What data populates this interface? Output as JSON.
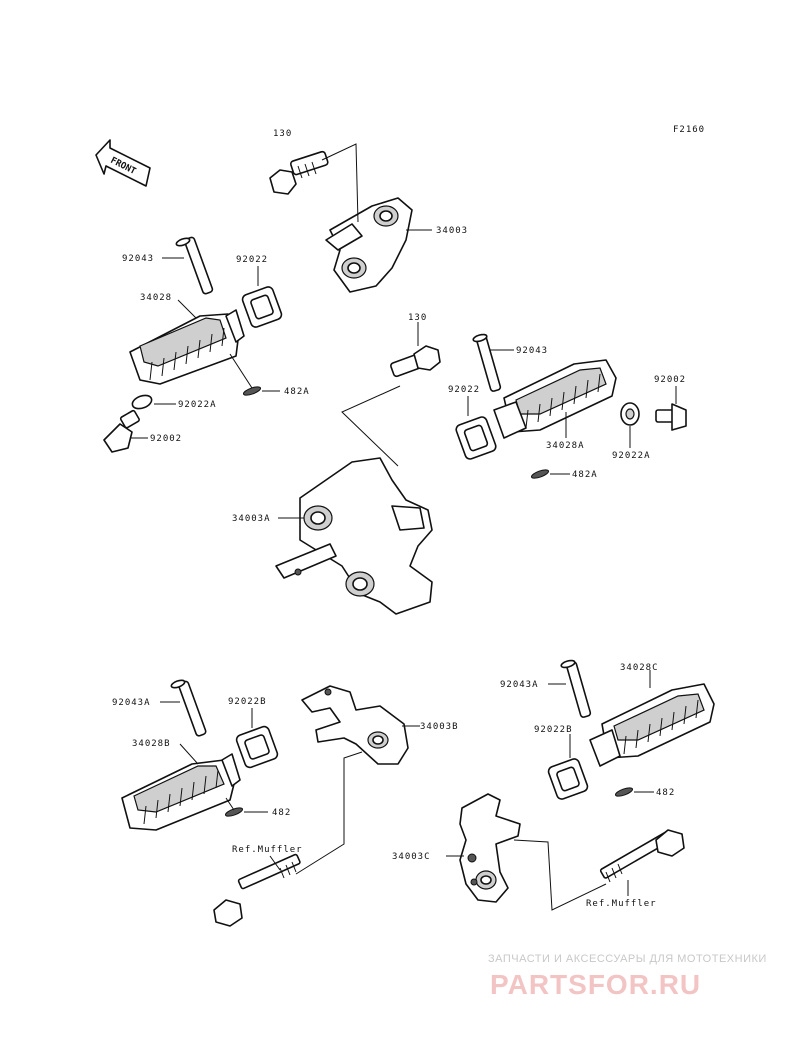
{
  "figure_code": "F2160",
  "front_label": "FRONT",
  "labels": {
    "l130a": "130",
    "l34003": "34003",
    "l92043": "92043",
    "l92022": "92022",
    "l34028": "34028",
    "l92022A": "92022A",
    "l482A_l": "482A",
    "l92002_l": "92002",
    "l130b": "130",
    "l92043_r": "92043",
    "l92022_r": "92022",
    "l92002_r": "92002",
    "l34028A": "34028A",
    "l92022A_r": "92022A",
    "l482A_r": "482A",
    "l34003A": "34003A",
    "l92043A_l": "92043A",
    "l92022B_l": "92022B",
    "l34003B": "34003B",
    "l34028B": "34028B",
    "l482_l": "482",
    "lRefMufflerL": "Ref.Muffler",
    "l92043A_r": "92043A",
    "l34028C": "34028C",
    "l92022B_r": "92022B",
    "l482_r": "482",
    "l34003C": "34003C",
    "lRefMufflerR": "Ref.Muffler"
  },
  "watermark": {
    "tagline": "ЗАПЧАСТИ И АКСЕССУАРЫ ДЛЯ МОТОТЕХНИКИ",
    "brand": "PARTSFOR.RU"
  }
}
